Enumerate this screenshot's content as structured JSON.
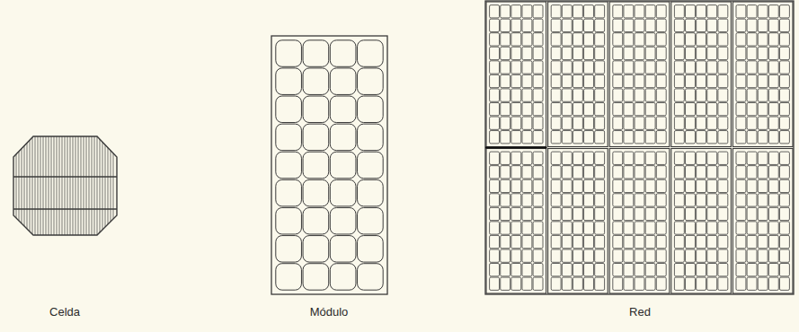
{
  "diagram": {
    "labels": [
      "Celda",
      "Módulo",
      "Red"
    ]
  }
}
